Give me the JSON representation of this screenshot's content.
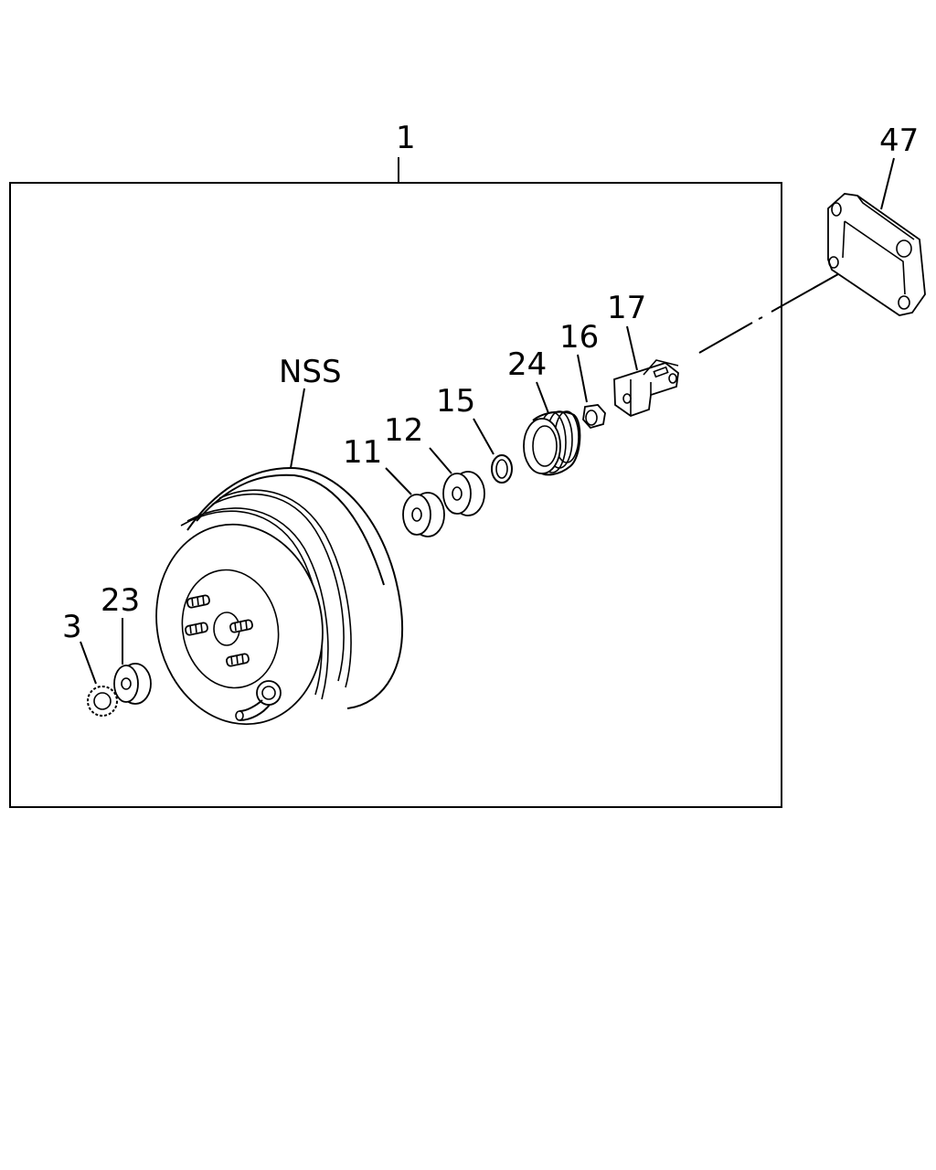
{
  "labels": {
    "assembly": "1",
    "nss": "NSS",
    "p11": "11",
    "p12": "12",
    "p15": "15",
    "p24": "24",
    "p16": "16",
    "p17": "17",
    "p47": "47",
    "p23": "23",
    "p3": "3"
  }
}
